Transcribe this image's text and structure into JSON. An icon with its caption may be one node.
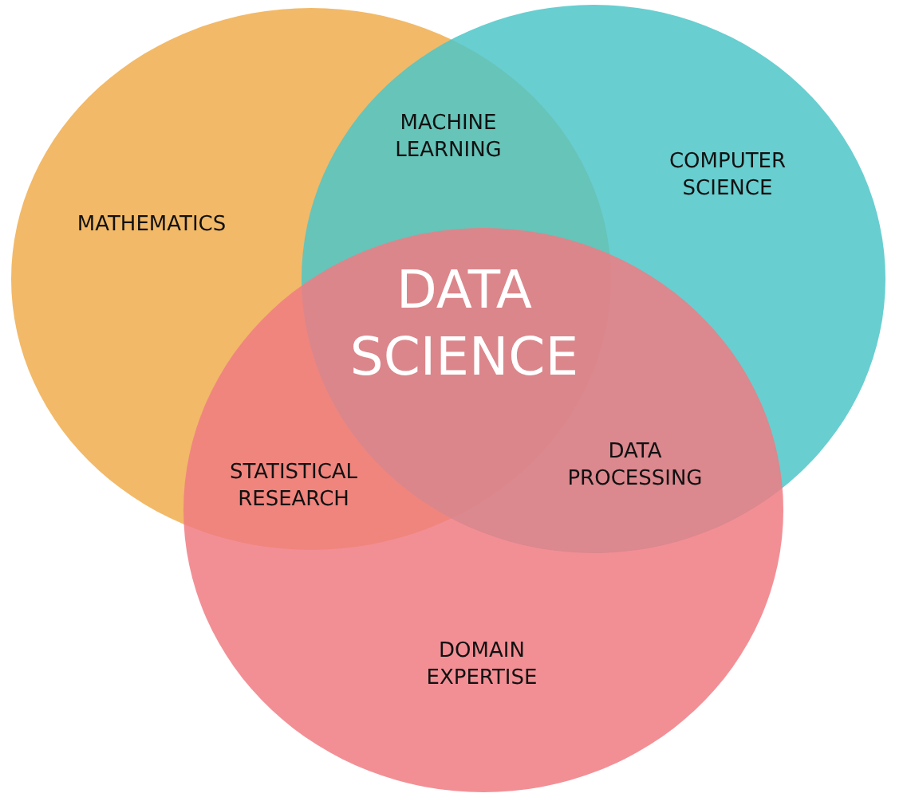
{
  "diagram": {
    "nodes": [
      {
        "text": [
          "MATHEMATICS"
        ]
      },
      {
        "text": [
          "COMPUTER SCIENCE"
        ]
      },
      {
        "text": [
          "DOMAIN EXPERTISE"
        ]
      }
    ],
    "edges": [],
    "labels": [
      "MACHINE LEARNING",
      "DATA SCIENCE",
      "STATISTICAL RESEARCH",
      "DATA PROCESSING"
    ]
  }
}
